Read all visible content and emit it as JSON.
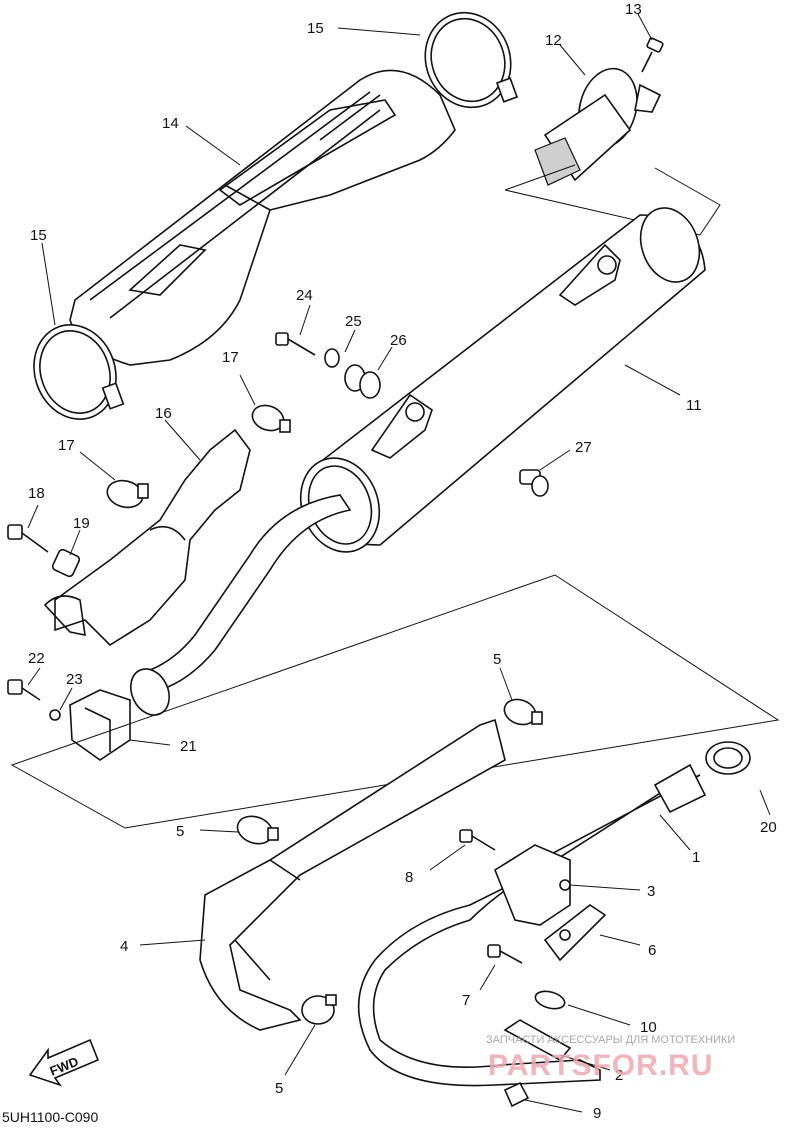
{
  "diagram": {
    "labels": [
      {
        "id": "13",
        "text": "13"
      },
      {
        "id": "12",
        "text": "12"
      },
      {
        "id": "15a",
        "text": "15"
      },
      {
        "id": "14",
        "text": "14"
      },
      {
        "id": "15b",
        "text": "15"
      },
      {
        "id": "24",
        "text": "24"
      },
      {
        "id": "25",
        "text": "25"
      },
      {
        "id": "26",
        "text": "26"
      },
      {
        "id": "17a",
        "text": "17"
      },
      {
        "id": "16",
        "text": "16"
      },
      {
        "id": "11",
        "text": "11"
      },
      {
        "id": "17b",
        "text": "17"
      },
      {
        "id": "27",
        "text": "27"
      },
      {
        "id": "18",
        "text": "18"
      },
      {
        "id": "19",
        "text": "19"
      },
      {
        "id": "22",
        "text": "22"
      },
      {
        "id": "23",
        "text": "23"
      },
      {
        "id": "21",
        "text": "21"
      },
      {
        "id": "5a",
        "text": "5"
      },
      {
        "id": "20",
        "text": "20"
      },
      {
        "id": "5b",
        "text": "5"
      },
      {
        "id": "1",
        "text": "1"
      },
      {
        "id": "8",
        "text": "8"
      },
      {
        "id": "3",
        "text": "3"
      },
      {
        "id": "4",
        "text": "4"
      },
      {
        "id": "6",
        "text": "6"
      },
      {
        "id": "7",
        "text": "7"
      },
      {
        "id": "10",
        "text": "10"
      },
      {
        "id": "5c",
        "text": "5"
      },
      {
        "id": "2",
        "text": "2"
      },
      {
        "id": "9",
        "text": "9"
      }
    ],
    "direction_arrow": "FWD",
    "drawing_code": "5UH1100-C090",
    "watermark_caption": "ЗАПЧАСТИ АКСЕССУАРЫ ДЛЯ МОТОТЕХНИКИ",
    "watermark_logo": "PARTSFOR.RU"
  }
}
